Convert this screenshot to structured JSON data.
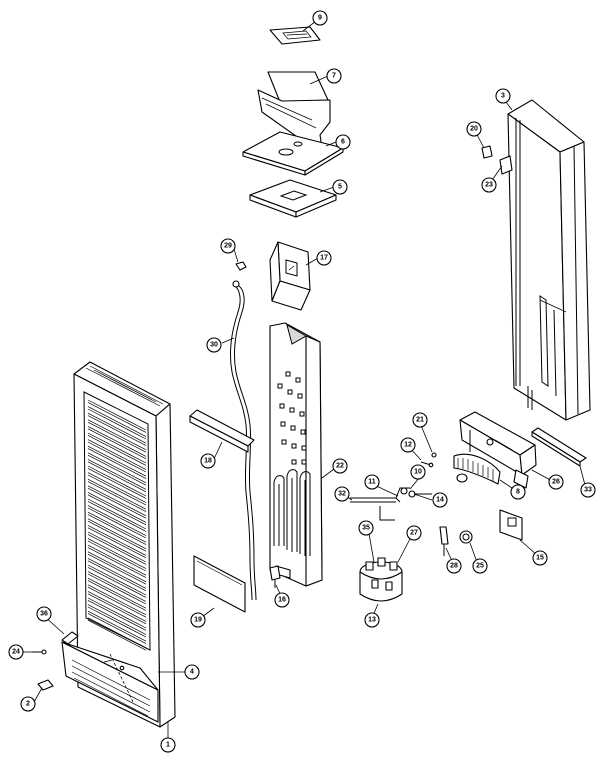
{
  "callouts": [
    {
      "id": "c1",
      "label": "1"
    },
    {
      "id": "c2",
      "label": "2"
    },
    {
      "id": "c3",
      "label": "3"
    },
    {
      "id": "c4",
      "label": "4"
    },
    {
      "id": "c5",
      "label": "5"
    },
    {
      "id": "c6",
      "label": "6"
    },
    {
      "id": "c7",
      "label": "7"
    },
    {
      "id": "c8",
      "label": "8"
    },
    {
      "id": "c9",
      "label": "9"
    },
    {
      "id": "c10",
      "label": "10"
    },
    {
      "id": "c11",
      "label": "11"
    },
    {
      "id": "c12",
      "label": "12"
    },
    {
      "id": "c13",
      "label": "13"
    },
    {
      "id": "c14",
      "label": "14"
    },
    {
      "id": "c15",
      "label": "15"
    },
    {
      "id": "c16",
      "label": "16"
    },
    {
      "id": "c17",
      "label": "17"
    },
    {
      "id": "c18",
      "label": "18"
    },
    {
      "id": "c19",
      "label": "19"
    },
    {
      "id": "c20",
      "label": "20"
    },
    {
      "id": "c21",
      "label": "21"
    },
    {
      "id": "c22",
      "label": "22"
    },
    {
      "id": "c23",
      "label": "23"
    },
    {
      "id": "c24",
      "label": "24"
    },
    {
      "id": "c25",
      "label": "25"
    },
    {
      "id": "c26",
      "label": "26"
    },
    {
      "id": "c27",
      "label": "27"
    },
    {
      "id": "c28",
      "label": "28"
    },
    {
      "id": "c29",
      "label": "29"
    },
    {
      "id": "c30",
      "label": "30"
    },
    {
      "id": "c32",
      "label": "32"
    },
    {
      "id": "c33",
      "label": "33"
    },
    {
      "id": "c35",
      "label": "35"
    },
    {
      "id": "c36",
      "label": "36"
    }
  ]
}
